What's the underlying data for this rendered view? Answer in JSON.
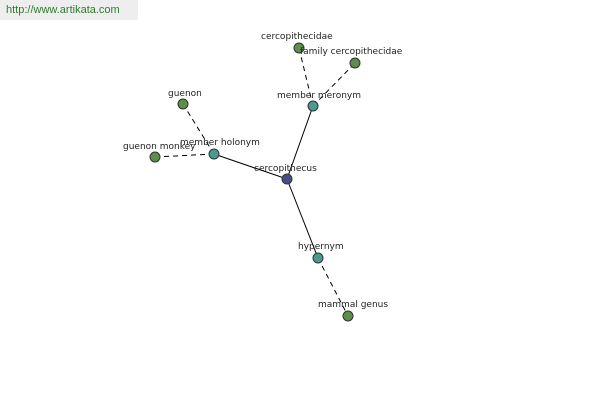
{
  "watermark": "http://www.artikata.com",
  "colors": {
    "center": "#4a4a8c",
    "relation": "#4a9a8f",
    "leaf": "#5c8f4a"
  },
  "nodes": {
    "center": {
      "label": "cercopithecus",
      "kind": "center"
    },
    "holonym": {
      "label": "member holonym",
      "kind": "relation"
    },
    "meronym": {
      "label": "member meronym",
      "kind": "relation"
    },
    "hypernym": {
      "label": "hypernym",
      "kind": "relation"
    },
    "guenon": {
      "label": "guenon",
      "kind": "leaf"
    },
    "guenon_monkey": {
      "label": "guenon monkey",
      "kind": "leaf"
    },
    "cercopithecidae": {
      "label": "cercopithecidae",
      "kind": "leaf"
    },
    "family_cercopithecidae": {
      "label": "family cercopithecidae",
      "kind": "leaf"
    },
    "mammal_genus": {
      "label": "mammal genus",
      "kind": "leaf"
    }
  },
  "edges": [
    {
      "from": "center",
      "to": "holonym",
      "style": "solid"
    },
    {
      "from": "center",
      "to": "meronym",
      "style": "solid"
    },
    {
      "from": "center",
      "to": "hypernym",
      "style": "solid"
    },
    {
      "from": "holonym",
      "to": "guenon",
      "style": "dashed"
    },
    {
      "from": "holonym",
      "to": "guenon_monkey",
      "style": "dashed"
    },
    {
      "from": "meronym",
      "to": "cercopithecidae",
      "style": "dashed"
    },
    {
      "from": "meronym",
      "to": "family_cercopithecidae",
      "style": "dashed"
    },
    {
      "from": "hypernym",
      "to": "mammal_genus",
      "style": "dashed"
    }
  ]
}
